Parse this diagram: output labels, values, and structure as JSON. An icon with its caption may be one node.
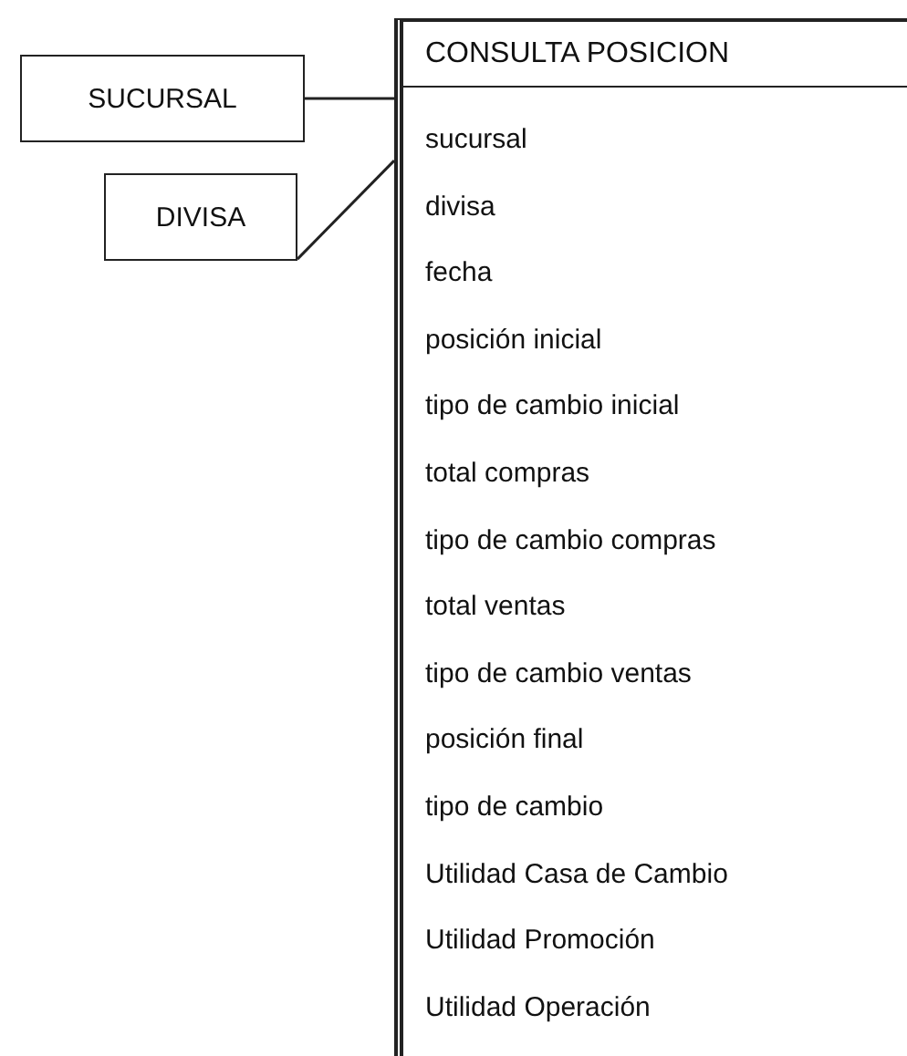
{
  "diagram": {
    "nodes": [
      {
        "text": [
          "SUCURSAL"
        ]
      },
      {
        "text": [
          "DIVISA"
        ]
      },
      {
        "text": [
          "CONSULTA POSICION",
          "sucursal",
          "divisa",
          "fecha",
          "posición inicial",
          "tipo de cambio inicial",
          "total compras",
          "tipo de cambio compras",
          "total ventas",
          "tipo de cambio ventas",
          "posición final",
          "tipo de cambio",
          "Utilidad Casa de Cambio",
          "Utilidad Promoción",
          "Utilidad Operación"
        ]
      }
    ],
    "edges": [
      {
        "from": 0,
        "to": 2,
        "arrow": "none"
      },
      {
        "from": 1,
        "to": 2,
        "arrow": "none"
      }
    ]
  }
}
